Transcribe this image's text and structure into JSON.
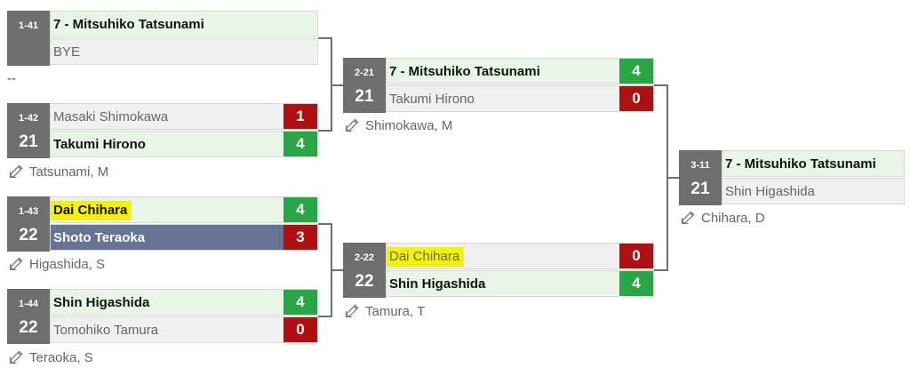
{
  "bracket": {
    "placeholder": "--",
    "matches": [
      {
        "code": "1-41",
        "pool": "",
        "p1": {
          "name": "7 - Mitsuhiko Tatsunami",
          "score": ""
        },
        "p2": {
          "name": "BYE",
          "score": ""
        },
        "referee": ""
      },
      {
        "code": "1-42",
        "pool": "21",
        "p1": {
          "name": "Masaki Shimokawa",
          "score": "1"
        },
        "p2": {
          "name": "Takumi Hirono",
          "score": "4"
        },
        "referee": "Tatsunami, M"
      },
      {
        "code": "1-43",
        "pool": "22",
        "p1": {
          "name": "Dai Chihara",
          "score": "4"
        },
        "p2": {
          "name": "Shoto Teraoka",
          "score": "3"
        },
        "referee": "Higashida, S"
      },
      {
        "code": "1-44",
        "pool": "22",
        "p1": {
          "name": "Shin Higashida",
          "score": "4"
        },
        "p2": {
          "name": "Tomohiko Tamura",
          "score": "0"
        },
        "referee": "Teraoka, S"
      },
      {
        "code": "2-21",
        "pool": "21",
        "p1": {
          "name": "7 - Mitsuhiko Tatsunami",
          "score": "4"
        },
        "p2": {
          "name": "Takumi Hirono",
          "score": "0"
        },
        "referee": "Shimokawa, M"
      },
      {
        "code": "2-22",
        "pool": "22",
        "p1": {
          "name": "Dai Chihara",
          "score": "0"
        },
        "p2": {
          "name": "Shin Higashida",
          "score": "4"
        },
        "referee": "Tamura, T"
      },
      {
        "code": "3-11",
        "pool": "21",
        "p1": {
          "name": "7 - Mitsuhiko Tatsunami",
          "score": ""
        },
        "p2": {
          "name": "Shin Higashida",
          "score": ""
        },
        "referee": "Chihara, D"
      }
    ]
  },
  "icons": {
    "referee": "pencil-edit-icon"
  },
  "colors": {
    "badge": "#6e6e6e",
    "win_score": "#28a745",
    "loss_score": "#b01010",
    "winner_row": "#e8f5e6",
    "loser_row": "#f0f0f0",
    "selected_row": "#657395",
    "highlight": "#f5f200"
  }
}
